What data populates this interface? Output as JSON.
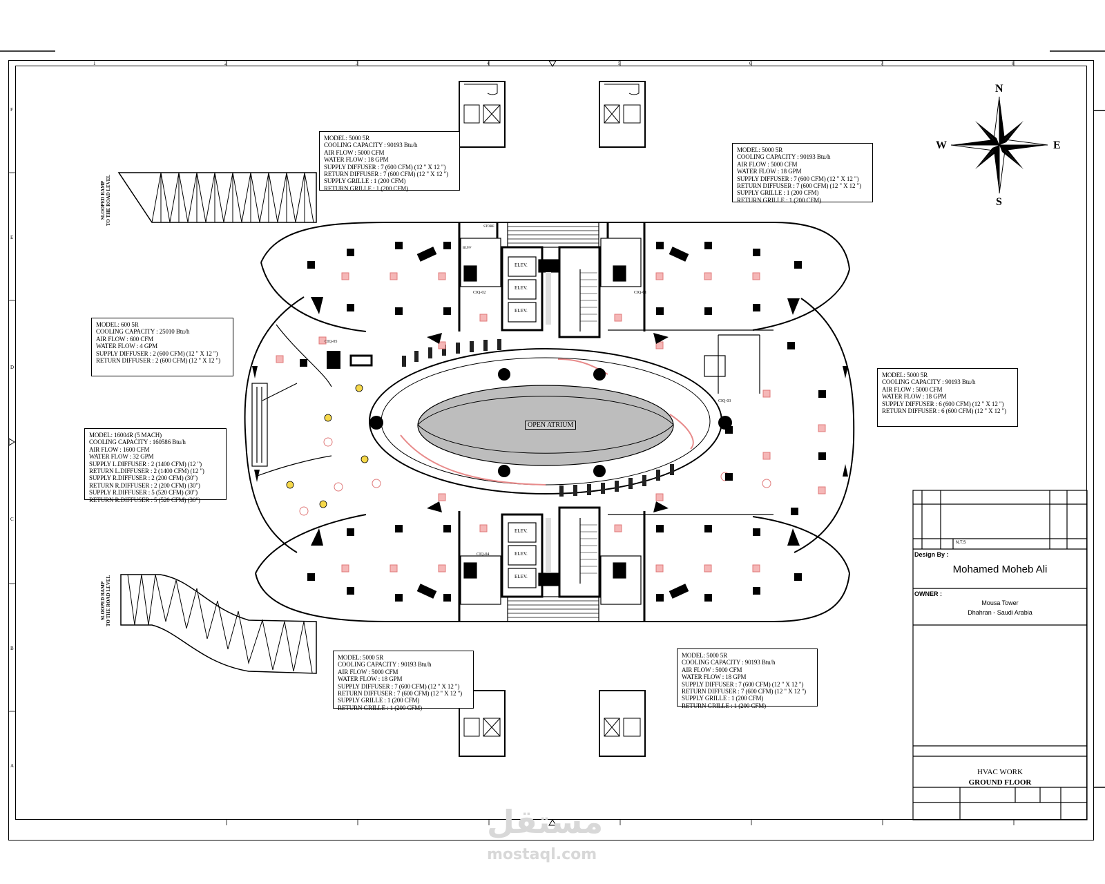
{
  "grid_numbers": [
    "1",
    "2",
    "3",
    "4",
    "5",
    "6",
    "7",
    "8"
  ],
  "grid_letters": [
    "F",
    "E",
    "D",
    "C",
    "B",
    "A"
  ],
  "compass": {
    "n": "N",
    "s": "S",
    "e": "E",
    "w": "W"
  },
  "ramps": {
    "top_label_line1": "SLOOPED RAMP",
    "top_label_line2": "TO THE ROAD LEVEL",
    "bottom_label_line1": "SLOOPED RAMP",
    "bottom_label_line2": "TO THE ROAD LEVEL"
  },
  "notes": {
    "top_left": [
      "MODEL: 5000 5R",
      "COOLING CAPACITY : 90193 Btu/h",
      "AIR FLOW : 5000 CFM",
      "WATER FLOW : 18 GPM",
      "SUPPLY DIFFUSER : 7 (600 CFM) (12 \" X 12 \")",
      "RETURN DIFFUSER : 7 (600 CFM) (12 \" X 12 \")",
      "SUPPLY GRILLE : 1 (200 CFM)",
      "RETURN GRILLE : 1 (200 CFM)"
    ],
    "top_right": [
      "MODEL: 5000 5R",
      "COOLING CAPACITY : 90193 Btu/h",
      "AIR FLOW : 5000 CFM",
      "WATER FLOW : 18 GPM",
      "SUPPLY DIFFUSER : 7 (600 CFM) (12 \" X 12 \")",
      "RETURN DIFFUSER : 7 (600 CFM) (12 \" X 12 \")",
      "SUPPLY GRILLE : 1 (200 CFM)",
      "RETURN GRILLE : 1 (200 CFM)"
    ],
    "mid_left": [
      "MODEL: 600 5R",
      "COOLING CAPACITY : 25010 Btu/h",
      "AIR FLOW : 600 CFM",
      "WATER FLOW : 4 GPM",
      "SUPPLY DIFFUSER : 2 (600 CFM) (12 \" X 12 \")",
      "RETURN DIFFUSER : 2 (600 CFM) (12 \" X 12 \")"
    ],
    "mid_right": [
      "MODEL: 5000 5R",
      "COOLING CAPACITY : 90193 Btu/h",
      "AIR FLOW : 5000 CFM",
      "WATER FLOW : 18 GPM",
      "SUPPLY DIFFUSER : 6 (600 CFM) (12 \" X 12 \")",
      "RETURN DIFFUSER : 6 (600 CFM) (12 \" X 12 \")"
    ],
    "lower_left": [
      "MODEL: 16004R (5 MACH)",
      "COOLING CAPACITY : 160586 Btu/h",
      "AIR FLOW : 1600 CFM",
      "WATER FLOW : 32 GPM",
      "SUPPLY L.DIFFUSER : 2 (1400 CFM) (12 \")",
      "RETURN L.DIFFUSER : 2 (1400 CFM) (12 \")",
      "SUPPLY R.DIFFUSER : 2 (200 CFM) (30\")",
      "RETURN R.DIFFUSER : 2 (200 CFM) (30\")",
      "SUPPLY R.DIFFUSER : 5 (520 CFM) (30\")",
      "RETURN R.DIFFUSER : 5 (520 CFM) (30\")"
    ],
    "bottom_left": [
      "MODEL: 5000 5R",
      "COOLING CAPACITY : 90193 Btu/h",
      "AIR FLOW : 5000 CFM",
      "WATER FLOW : 18 GPM",
      "SUPPLY DIFFUSER : 7 (600 CFM) (12 \" X 12 \")",
      "RETURN DIFFUSER : 7 (600 CFM) (12 \" X 12 \")",
      "SUPPLY GRILLE : 1 (200 CFM)",
      "RETURN GRILLE : 1 (200 CFM)"
    ],
    "bottom_right": [
      "MODEL: 5000 5R",
      "COOLING CAPACITY : 90193 Btu/h",
      "AIR FLOW : 5000 CFM",
      "WATER FLOW : 18 GPM",
      "SUPPLY DIFFUSER : 7 (600 CFM) (12 \" X 12 \")",
      "RETURN DIFFUSER : 7 (600 CFM) (12 \" X 12 \")",
      "SUPPLY GRILLE : 1 (200 CFM)",
      "RETURN GRILLE : 1 (200 CFM)"
    ]
  },
  "plan_labels": {
    "open_atrium": "OPEN ATRIUM",
    "elev": "ELEV.",
    "store": "STORE",
    "buff": "BUFF",
    "ciq_labels": [
      "CIQ-02",
      "CIQ-01",
      "CIQ-03",
      "CIQ-04",
      "CIQ-05"
    ]
  },
  "title_block": {
    "nts": "N.T.S",
    "design_by_label": "Design By :",
    "designer": "Mohamed Moheb Ali",
    "owner_label": "OWNER :",
    "project": "Mousa Tower",
    "location": "Dhahran -   Saudi Arabia",
    "drawing_title_1": "HVAC WORK",
    "drawing_title_2": "GROUND FLOOR"
  },
  "watermark": {
    "arabic": "مستقل",
    "latin": "mostaql.com"
  }
}
